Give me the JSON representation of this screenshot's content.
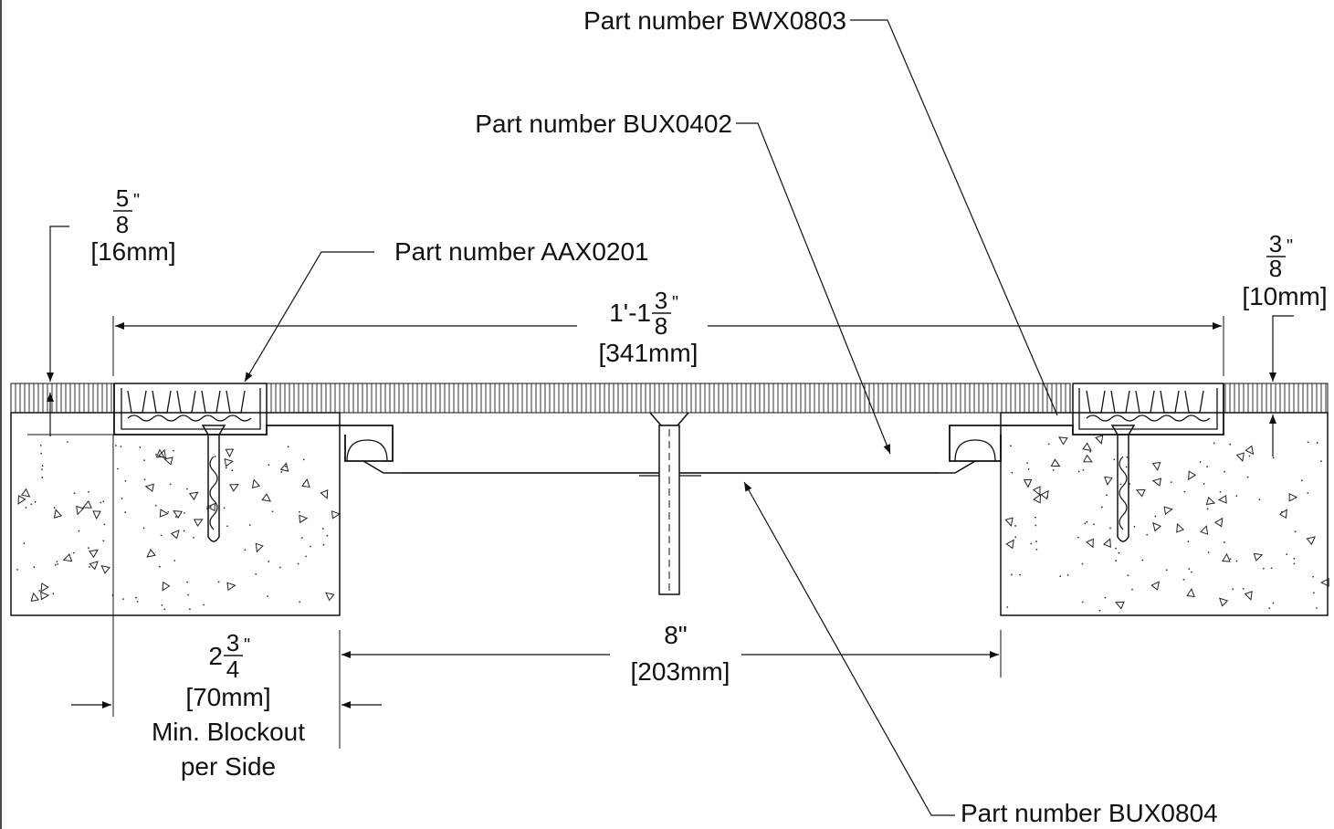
{
  "drawing": {
    "parts": {
      "bwx0803": "Part number BWX0803",
      "bux0402": "Part number BUX0402",
      "aax0201": "Part number AAX0201",
      "bux0804": "Part number BUX0804"
    },
    "dim_left_depth": {
      "num": "5",
      "den": "8",
      "inch": "\"",
      "mm": "[16mm]"
    },
    "dim_right_depth": {
      "num": "3",
      "den": "8",
      "inch": "\"",
      "mm": "[10mm]"
    },
    "dim_overall": {
      "whole": "1'-1",
      "num": "3",
      "den": "8",
      "inch": "\"",
      "mm": "[341mm]"
    },
    "dim_gap": {
      "value": "8\"",
      "mm": "[203mm]"
    },
    "dim_blockout": {
      "whole": "2",
      "num": "3",
      "den": "4",
      "inch": "\"",
      "mm": "[70mm]",
      "line1": "Min. Blockout",
      "line2": "per Side"
    }
  }
}
